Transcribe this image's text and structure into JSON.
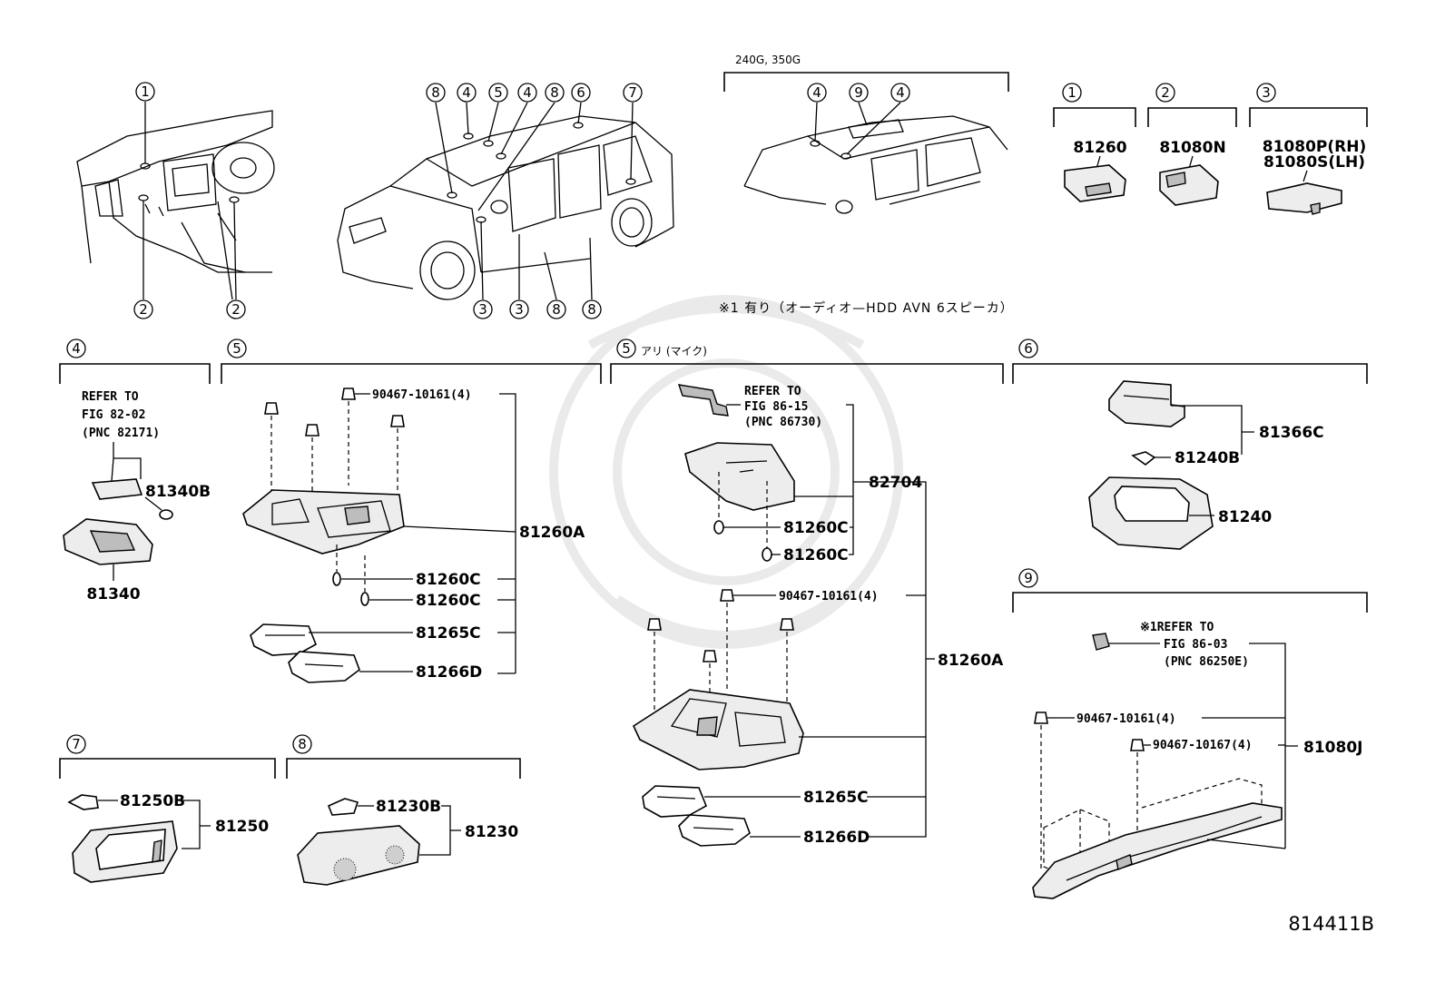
{
  "diagram": {
    "drawing_code": "814411B",
    "variant_label": "240G, 350G",
    "note_1": "※1 有り（オーディオ—HDD AVN 6スピーカ）",
    "overview_callouts": {
      "dash": [
        "1",
        "2",
        "2"
      ],
      "car": [
        "8",
        "4",
        "5",
        "4",
        "8",
        "6",
        "7",
        "3",
        "3",
        "8",
        "8"
      ],
      "roof": [
        "4",
        "9",
        "4"
      ]
    },
    "sections": {
      "s1": {
        "badge": "1",
        "parts": [
          "81260"
        ]
      },
      "s2": {
        "badge": "2",
        "parts": [
          "81080N"
        ]
      },
      "s3": {
        "badge": "3",
        "parts": [
          "81080P(RH)",
          "81080S(LH)"
        ]
      },
      "s4": {
        "badge": "4",
        "refer": [
          "REFER TO",
          "FIG 82-02",
          "(PNC 82171)"
        ],
        "parts": [
          "81340B",
          "81340"
        ]
      },
      "s5": {
        "badge": "5",
        "parts": [
          "90467-10161(4)",
          "81260A",
          "81260C",
          "81260C",
          "81265C",
          "81266D"
        ]
      },
      "s5b": {
        "badge": "5",
        "suffix": "アリ (マイク)",
        "refer": [
          "REFER TO",
          "FIG 86-15",
          "(PNC 86730)"
        ],
        "parts": [
          "82704",
          "81260C",
          "81260C",
          "90467-10161(4)",
          "81260A",
          "81265C",
          "81266D"
        ]
      },
      "s6": {
        "badge": "6",
        "parts": [
          "81366C",
          "81240B",
          "81240"
        ]
      },
      "s7": {
        "badge": "7",
        "parts": [
          "81250B",
          "81250"
        ]
      },
      "s8": {
        "badge": "8",
        "parts": [
          "81230B",
          "81230"
        ]
      },
      "s9": {
        "badge": "9",
        "refer": [
          "※1REFER TO",
          "FIG 86-03",
          "(PNC 86250E)"
        ],
        "parts": [
          "90467-10161(4)",
          "90467-10167(4)",
          "81080J"
        ]
      }
    }
  }
}
